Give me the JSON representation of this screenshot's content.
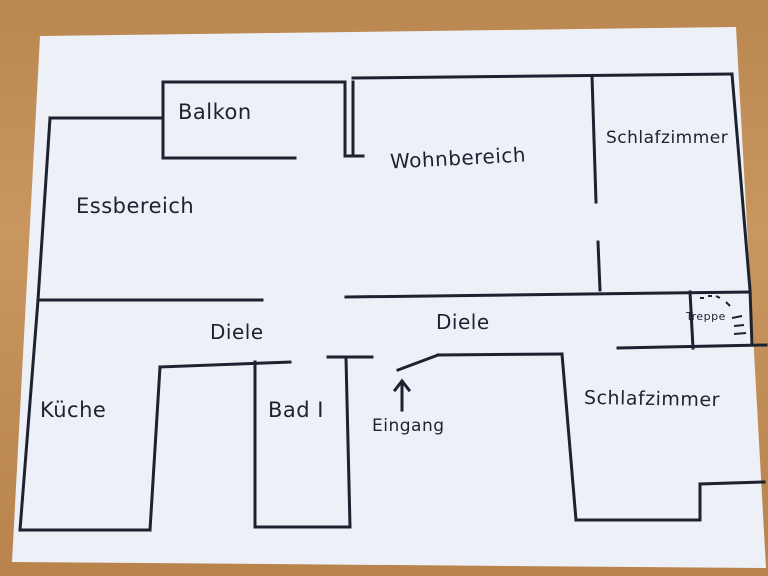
{
  "floor_plan": {
    "rooms": {
      "balkon": "Balkon",
      "wohnbereich": "Wohnbereich",
      "schlafzimmer_top": "Schlafzimmer",
      "essbereich": "Essbereich",
      "diele_left": "Diele",
      "diele_right": "Diele",
      "treppe": "Treppe",
      "kueche": "Küche",
      "bad": "Bad I",
      "eingang": "Eingang",
      "schlafzimmer_bottom": "Schlafzimmer"
    }
  },
  "colors": {
    "paper": "#eef0f8",
    "ink": "#1d2230",
    "table": "#c08c55"
  }
}
